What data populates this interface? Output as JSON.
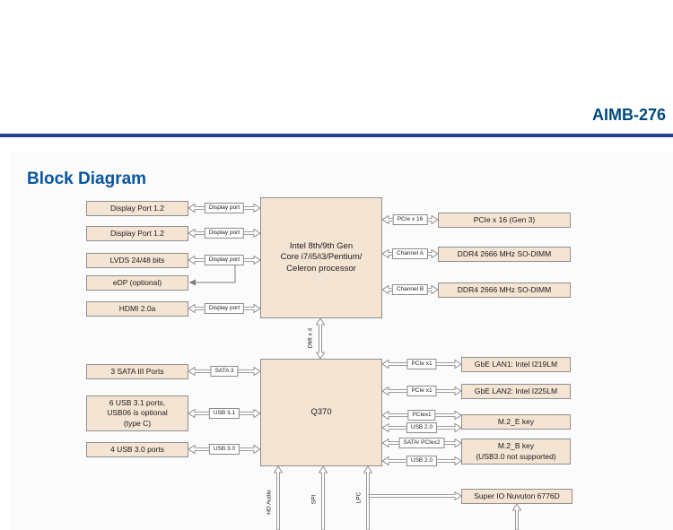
{
  "header": {
    "product": "AIMB-276",
    "section_title": "Block Diagram"
  },
  "colors": {
    "accent_blue": "#243f8f",
    "title_blue": "#004a7c",
    "heading_blue": "#0956a0",
    "block_fill": "#f4e4d3",
    "block_border": "#8f8f8f"
  },
  "blocks": {
    "cpu": "Intel 8th/9th Gen\nCore i7/i5/i3/Pentium/\nCeleron processor",
    "pch": "Q370",
    "display_port_1": "Display Port 1.2",
    "display_port_2": "Display Port 1.2",
    "lvds": "LVDS 24/48 bits",
    "edp": "eDP (optional)",
    "hdmi": "HDMI 2.0a",
    "sata_ports": "3 SATA III Ports",
    "usb31_ports": "6 USB 3.1 ports,\nUSB06 is optional\n(type C)",
    "usb30_ports": "4 USB 3.0 ports",
    "pcie_slot": "PCIe x 16 (Gen 3)",
    "ddr4_a": "DDR4 2666 MHz SO-DIMM",
    "ddr4_b": "DDR4 2666 MHz SO-DIMM",
    "lan1": "GbE LAN1: Intel I219LM",
    "lan2": "GbE LAN2: Intel I225LM",
    "m2_e": "M.2_E key",
    "m2_b": "M.2_B key\n(USB3.0 not supported)",
    "super_io": "Super IO Nuvuton 6776D"
  },
  "connectors": {
    "display_port": "Display port",
    "sata3": "SATA 3",
    "usb31": "USB 3.1",
    "usb30": "USB 3.0",
    "pcie_x16": "PCIe x 16",
    "channel_a": "Channel A",
    "channel_b": "Channel B",
    "pcie_x1": "PCIe x1",
    "pciex1": "PCIex1",
    "usb20": "USB 2.0",
    "sata_pciex2": "SATA/ PCIex2",
    "dmi": "DMI x 4",
    "hd_audio": "HD Audio",
    "spi": "SPI",
    "lpc": "LPC"
  }
}
